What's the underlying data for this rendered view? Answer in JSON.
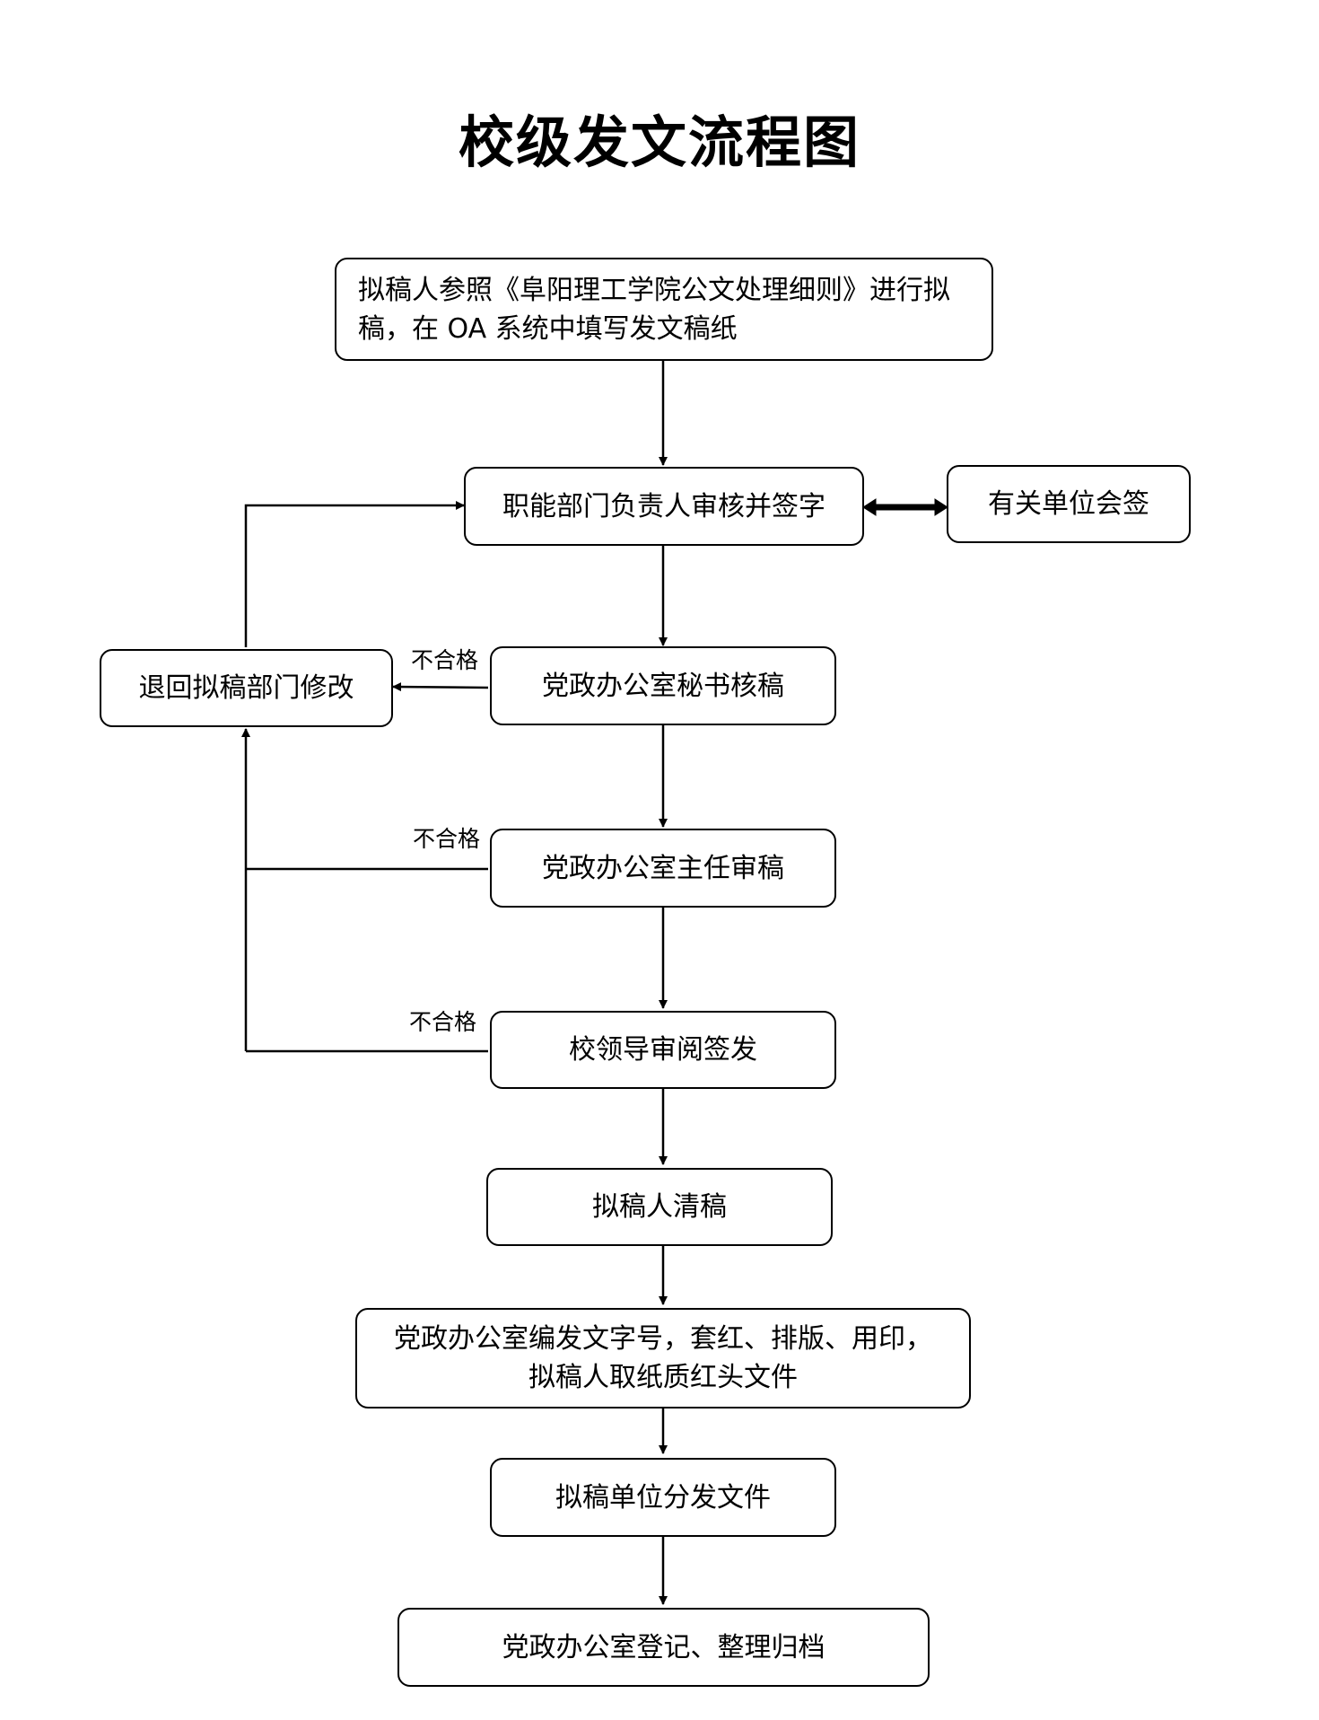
{
  "title": "校级发文流程图",
  "nodes": {
    "draft": "拟稿人参照《阜阳理工学院公文处理细则》进行拟稿，在 OA 系统中填写发文稿纸",
    "dept_review": "职能部门负责人审核并签字",
    "cosign": "有关单位会签",
    "return": "退回拟稿部门修改",
    "secretary": "党政办公室秘书核稿",
    "director": "党政办公室主任审稿",
    "leader": "校领导审阅签发",
    "clean_copy": "拟稿人清稿",
    "numbering": "党政办公室编发文字号，套红、排版、用印，拟稿人取纸质红头文件",
    "distribute": "拟稿单位分发文件",
    "archive": "党政办公室登记、整理归档"
  },
  "labels": {
    "reject_1": "不合格",
    "reject_2": "不合格",
    "reject_3": "不合格"
  }
}
